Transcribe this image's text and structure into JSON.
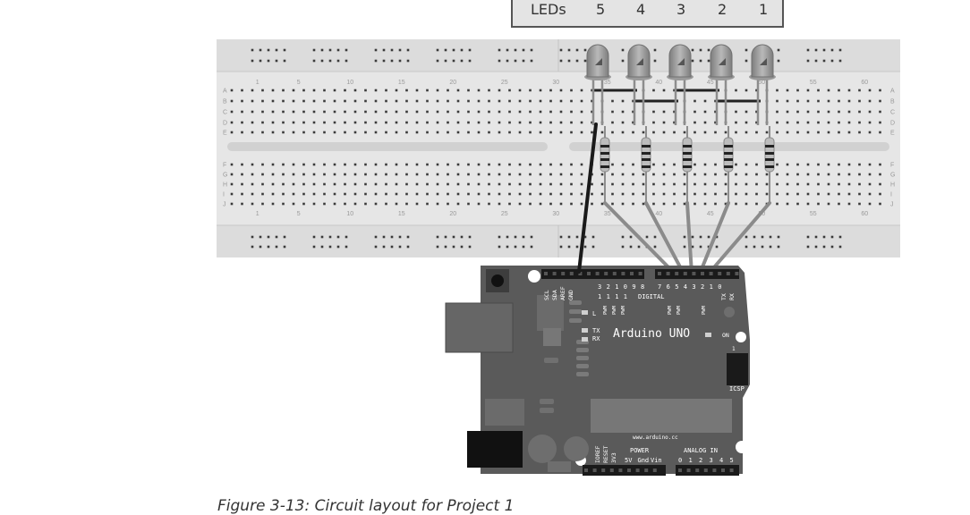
{
  "led_table": {
    "label": "LEDs",
    "numbers": [
      "5",
      "4",
      "3",
      "2",
      "1"
    ]
  },
  "breadboard": {
    "column_numbers": [
      "1",
      "5",
      "10",
      "15",
      "20",
      "25",
      "30",
      "35",
      "40",
      "45",
      "50",
      "55",
      "60"
    ],
    "row_letters_top": [
      "A",
      "B",
      "C",
      "D",
      "E"
    ],
    "row_letters_bottom": [
      "F",
      "G",
      "H",
      "I",
      "J"
    ]
  },
  "arduino": {
    "name": "Arduino  UNO",
    "url": "www.arduino.cc",
    "digital_label": "DIGITAL",
    "digital_pins": [
      "7",
      "6",
      "5",
      "4",
      "3",
      "2",
      "1",
      "0"
    ],
    "digital_pins_high": [
      "3",
      "2",
      "1",
      "0",
      "9",
      "8"
    ],
    "header_labels": [
      "SCL",
      "SDA",
      "AREF",
      "GND"
    ],
    "serial_labels": [
      "TX",
      "RX"
    ],
    "pwm_label": "PWM",
    "led_labels": [
      "L",
      "TX",
      "RX"
    ],
    "on_label": "ON",
    "icsp_label": "ICSP",
    "icsp_pin": "1",
    "power_label": "POWER",
    "power_pins": [
      "IOREF",
      "RESET",
      "3V3",
      "5V",
      "Gnd",
      "Vin"
    ],
    "analog_label": "ANALOG IN",
    "analog_pins": [
      "0",
      "1",
      "2",
      "3",
      "4",
      "5"
    ]
  },
  "caption": "Figure 3-13: Circuit layout for Project 1",
  "colors": {
    "board": "#5a5a5a",
    "breadboard": "#e8e8e8",
    "wire": "#8a8a8a",
    "jumper": "#222222",
    "led": "#9a9a9a"
  }
}
